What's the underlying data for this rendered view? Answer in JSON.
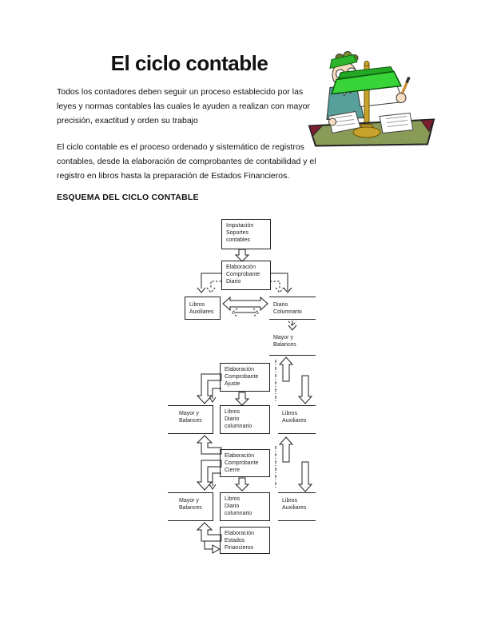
{
  "content": {
    "title": "El ciclo contable",
    "paragraph1": [
      "Todos los contadores deben seguir un proceso establecido por las",
      "leyes y normas contables las cuales le ayuden a realizan con mayor",
      "precisión, exactitud y orden su trabajo"
    ],
    "paragraph2": [
      "El ciclo contable es el proceso ordenado y sistemático de registros",
      "contables, desde la elaboración de comprobantes de contabilidad y el",
      "registro en libros hasta la preparación de Estados Financieros."
    ],
    "section_heading": "ESQUEMA DEL CICLO CONTABLE"
  },
  "illustration": {
    "alt": "accountant writing at desk with green banker's lamp",
    "colors": {
      "lamp_green": "#39d439",
      "lamp_green_dark": "#23a823",
      "brass_gold": "#c8a22c",
      "desk_olive": "#8a9b57",
      "corner_red": "#7c2030",
      "vest_teal": "#569f9b",
      "bowtie_pink": "#c2369c",
      "skin": "#f6dcc0",
      "visor_green": "#2db52d"
    }
  },
  "flowchart": {
    "nodes": [
      {
        "id": "imputacion-soportes",
        "lines": [
          "Imputación",
          "Soportes",
          "contables"
        ]
      },
      {
        "id": "comprobante-diario",
        "lines": [
          "Elaboración",
          "Comprobante",
          "Diario"
        ]
      },
      {
        "id": "libros-auxiliares-top",
        "lines": [
          "Libros",
          "Auxiliares"
        ]
      },
      {
        "id": "diario-columnario",
        "lines": [
          "Diario",
          "Columnario"
        ]
      },
      {
        "id": "mayor-balances-1",
        "lines": [
          "Mayor y",
          "Balances"
        ]
      },
      {
        "id": "comprobante-ajuste",
        "lines": [
          "Elaboración",
          "Comprobante",
          "Ajuste"
        ]
      },
      {
        "id": "mayor-balances-2",
        "lines": [
          "Mayor y",
          "Balances"
        ]
      },
      {
        "id": "libros-diario-columnario-1",
        "lines": [
          "Libros",
          "Diario",
          "columnario"
        ]
      },
      {
        "id": "libros-auxiliares-2",
        "lines": [
          "Libros",
          "Auxiliares"
        ]
      },
      {
        "id": "comprobante-cierre",
        "lines": [
          "Elaboración",
          "Comprobante",
          "Cierre"
        ]
      },
      {
        "id": "mayor-balances-3",
        "lines": [
          "Mayor y",
          "Balances"
        ]
      },
      {
        "id": "libros-diario-columnario-2",
        "lines": [
          "Libros",
          "Diario",
          "columnario"
        ]
      },
      {
        "id": "libros-auxiliares-3",
        "lines": [
          "Libros",
          "Auxiliares"
        ]
      },
      {
        "id": "estados-financieros",
        "lines": [
          "Elaboración",
          "Estados",
          "Financieros"
        ]
      }
    ]
  }
}
